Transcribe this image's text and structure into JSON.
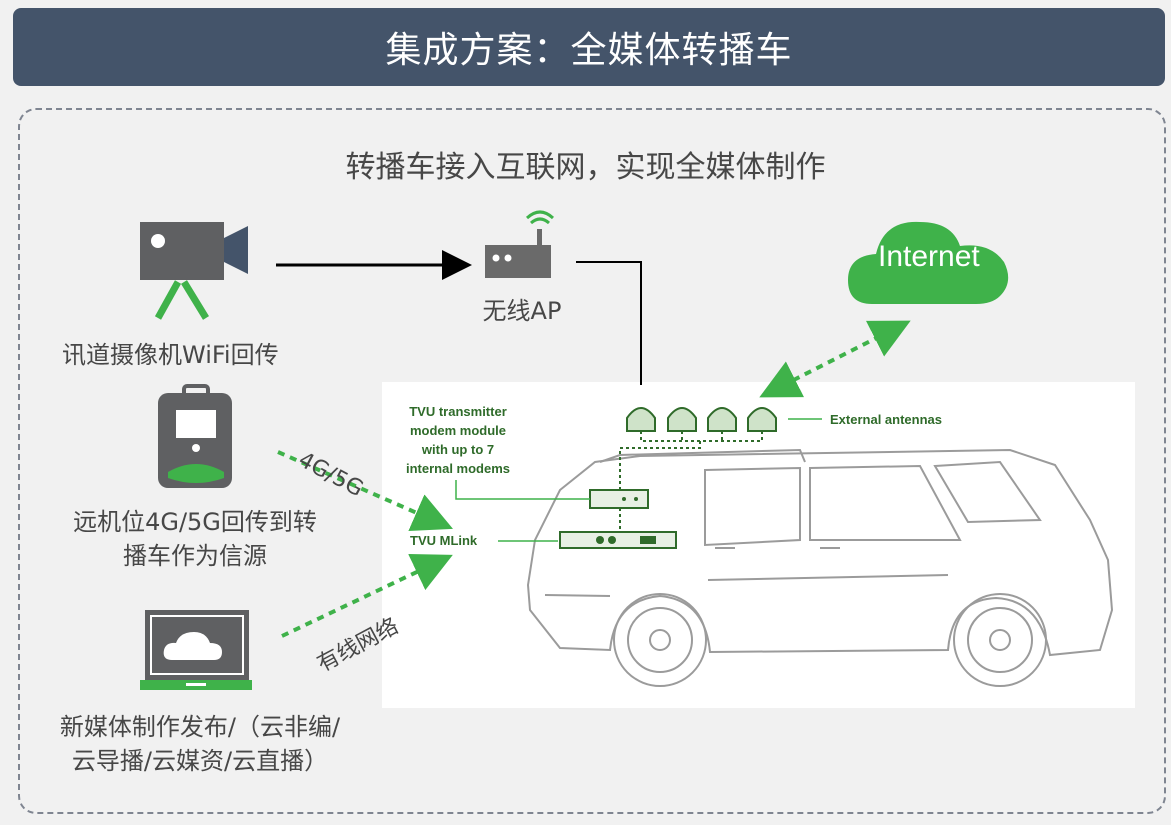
{
  "header": {
    "title": "集成方案：全媒体转播车"
  },
  "subtitle": "转播车接入互联网，实现全媒体制作",
  "nodes": {
    "camera": "讯道摄像机WiFi回传",
    "ap": "无线AP",
    "backpack_line1": "远机位4G/5G回传到转",
    "backpack_line2": "播车作为信源",
    "laptop_line1": "新媒体制作发布/（云非编/",
    "laptop_line2": "云导播/云媒资/云直播）",
    "internet": "Internet"
  },
  "links": {
    "cellular": "4G/5G",
    "wired": "有线网络"
  },
  "vehicle": {
    "transmitter_line1": "TVU transmitter",
    "transmitter_line2": "modem module",
    "transmitter_line3": "with up to 7",
    "transmitter_line4": "internal modems",
    "mlink": "TVU MLink",
    "antennas": "External antennas"
  },
  "colors": {
    "header": "#44546a",
    "green": "#3fb24a",
    "device_green": "#2f6b2a",
    "gray": "#5f5f5f"
  }
}
